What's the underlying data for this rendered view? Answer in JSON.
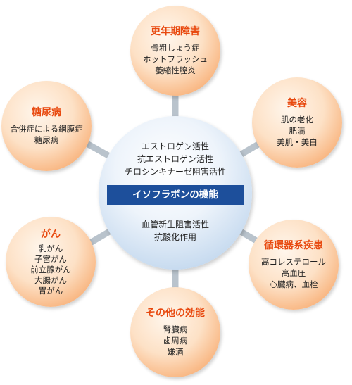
{
  "center": {
    "banner": "イソフラボンの機能",
    "upper_lines": [
      "エストロゲン活性",
      "抗エストロゲン活性",
      "チロシンキナーゼ阻害活性"
    ],
    "lower_lines": [
      "血管新生阻害活性",
      "抗酸化作用"
    ]
  },
  "nodes": [
    {
      "title": "更年期障害",
      "lines": [
        "骨粗しょう症",
        "ホットフラッシュ",
        "萎縮性膣炎"
      ]
    },
    {
      "title": "美容",
      "lines": [
        "肌の老化",
        "肥満",
        "美肌・美白"
      ]
    },
    {
      "title": "循環器系疾患",
      "lines": [
        "高コレステロール",
        "高血圧",
        "心臓病、血栓"
      ]
    },
    {
      "title": "その他の効能",
      "lines": [
        "腎臓病",
        "歯周病",
        "嫌酒"
      ]
    },
    {
      "title": "がん",
      "lines": [
        "乳がん",
        "子宮がん",
        "前立腺がん",
        "大腸がん",
        "胃がん"
      ]
    },
    {
      "title": "糖尿病",
      "lines": [
        "合併症による網膜症",
        "糖尿病"
      ]
    }
  ],
  "colors": {
    "node_title": "#e8490f",
    "banner": "#1d4f9b",
    "connector": "#b9c3cc"
  }
}
